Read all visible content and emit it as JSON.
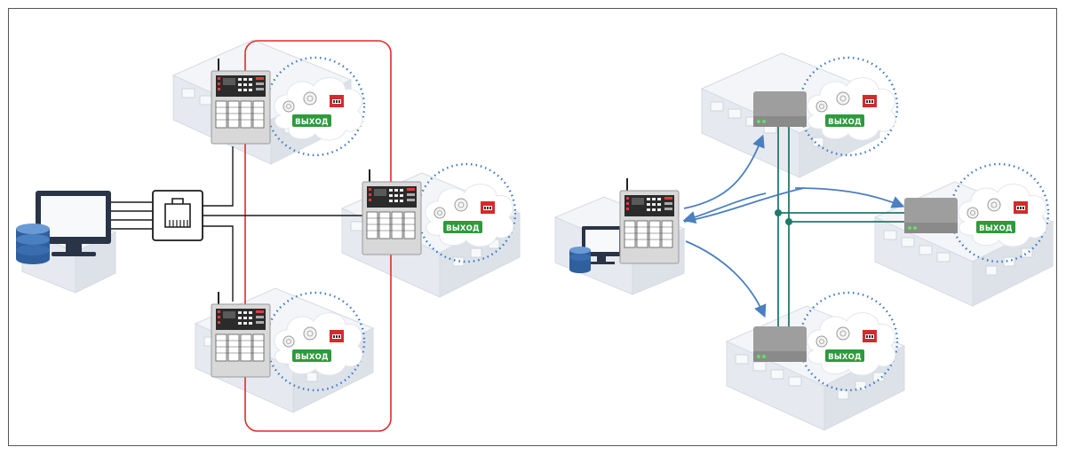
{
  "diagram": {
    "exit_sign_text": "ВЫХОД",
    "colors": {
      "frame": "#555555",
      "loop_line": "#e02b2b",
      "ethernet_line": "#1a1a1a",
      "bus_line": "#1f7a6b",
      "radio_arrow": "#4a7fc0",
      "cloud_dots": "#3a78c2",
      "exit_sign": "#2e9a3c",
      "manual_call_point": "#d42a2a",
      "panel_gray": "#d9d9d9",
      "building": "#eef1f5"
    },
    "left_scheme": {
      "workstation": "computer-with-database",
      "hub": "ethernet-port-icon",
      "panels": [
        "panel-top",
        "panel-middle",
        "panel-bottom"
      ]
    },
    "right_scheme": {
      "central_panel": "central-panel",
      "modules": [
        "module-top",
        "module-middle",
        "module-bottom"
      ]
    }
  }
}
